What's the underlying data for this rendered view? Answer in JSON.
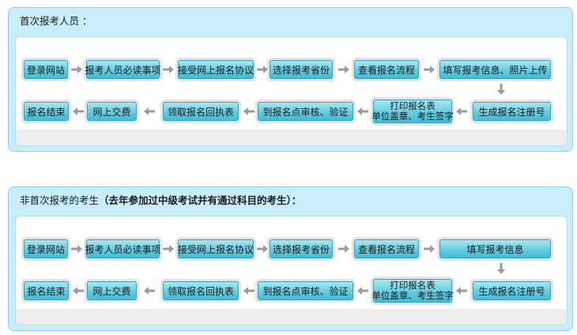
{
  "sections": [
    {
      "title": "首次报考人员 ：",
      "note": "",
      "row1": [
        "登录网站",
        "报考人员必读事项",
        "接受网上报名协议",
        "选择报考省份",
        "查看报名流程",
        "填写报考信息、照片上传"
      ],
      "row2": [
        "报名结束",
        "网上交费",
        "领取报名回执表",
        "到报名点审核、验证",
        "打印报名表",
        "单位盖章、考生签字",
        "生成报名注册号"
      ]
    },
    {
      "title": "非首次报考的考生",
      "note": "（去年参加过中级考试并有通过科目的考生）：",
      "row1": [
        "登录网站",
        "报考人员必读事项",
        "接受网上报名协议",
        "选择报考省份",
        "查看报名流程",
        "填写报考信息"
      ],
      "row2": [
        "报名结束",
        "网上交费",
        "领取报名回执表",
        "到报名点审核、验证",
        "打印报名表",
        "单位盖章、考生签字",
        "生成报名注册号"
      ]
    }
  ],
  "icons": {
    "arrow_right": "arrow-right-icon",
    "arrow_left": "arrow-left-icon",
    "arrow_down": "arrow-down-icon"
  },
  "colors": {
    "panel_bg": "#c9eefb",
    "panel_border": "#8ccfe8",
    "button_top": "#a7e8f3",
    "button_bottom": "#42bcd4",
    "arrow": "#9a9a9a"
  }
}
